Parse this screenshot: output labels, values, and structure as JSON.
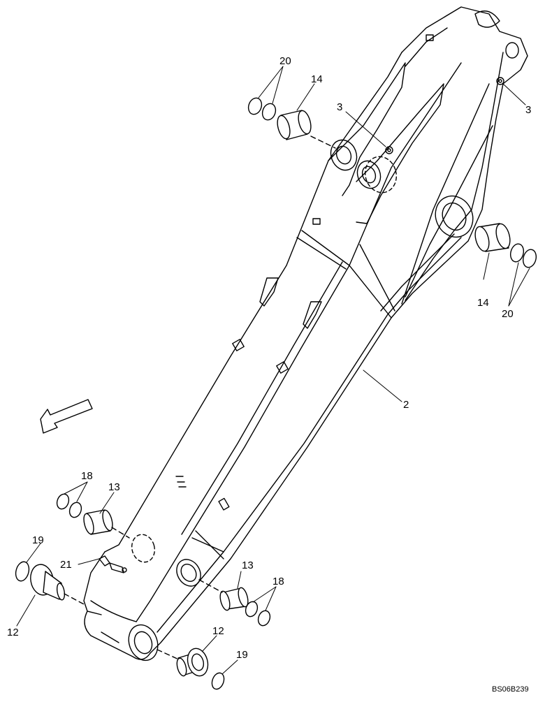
{
  "drawing_code": "BS06B239",
  "callouts": {
    "c2": "2",
    "c3a": "3",
    "c3b": "3",
    "c12a": "12",
    "c12b": "12",
    "c13a": "13",
    "c13b": "13",
    "c14a": "14",
    "c14b": "14",
    "c18a": "18",
    "c18b": "18",
    "c19a": "19",
    "c19b": "19",
    "c20a": "20",
    "c20b": "20",
    "c21": "21"
  },
  "colors": {
    "line": "#000000",
    "background": "#ffffff"
  }
}
